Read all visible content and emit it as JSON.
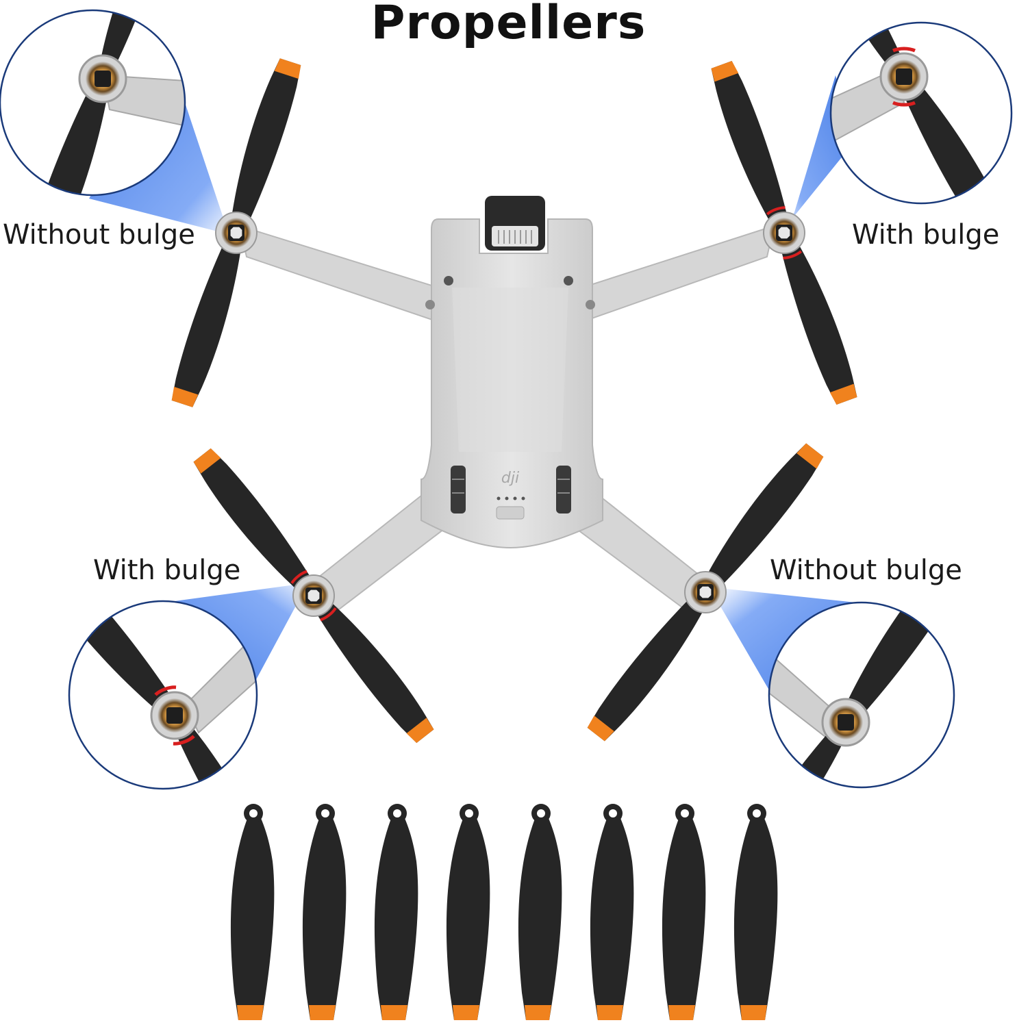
{
  "title": "Propellers",
  "labels": {
    "top_left": "Without bulge",
    "top_right": "With bulge",
    "bottom_left": "With bulge",
    "bottom_right": "Without bulge"
  },
  "colors": {
    "blade": "#262626",
    "tip": "#f0821e",
    "body": "#d9d9d9",
    "zoom_beam": "#5d8ff0",
    "bulge_mark": "#d81f1f",
    "circle_outline": "#1a3a7a"
  },
  "spare_blades": 8
}
